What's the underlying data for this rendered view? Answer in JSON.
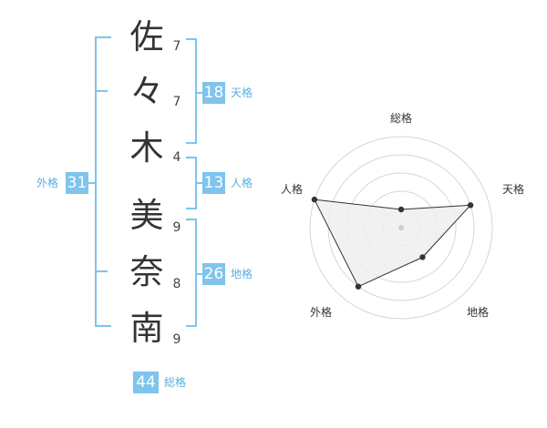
{
  "name": {
    "chars": [
      {
        "char": "佐",
        "strokes": "7"
      },
      {
        "char": "々",
        "strokes": "7"
      },
      {
        "char": "木",
        "strokes": "4"
      },
      {
        "char": "美",
        "strokes": "9"
      },
      {
        "char": "奈",
        "strokes": "8"
      },
      {
        "char": "南",
        "strokes": "9"
      }
    ]
  },
  "kaku": {
    "tenkaku": {
      "value": "18",
      "label": "天格"
    },
    "jinkaku": {
      "value": "13",
      "label": "人格"
    },
    "chikaku": {
      "value": "26",
      "label": "地格"
    },
    "gaikaku": {
      "value": "31",
      "label": "外格"
    },
    "soukaku": {
      "value": "44",
      "label": "総格"
    }
  },
  "colors": {
    "accent": "#7fc4ec",
    "accent_text": "#5aaede",
    "radar_fill": "#efefef",
    "radar_ring": "#d6d6d6",
    "radar_line": "#333333"
  },
  "chart_data": {
    "type": "radar",
    "axes": [
      "総格",
      "天格",
      "地格",
      "外格",
      "人格"
    ],
    "values": [
      1,
      4,
      2,
      4,
      5
    ],
    "max": 5,
    "rings": 4,
    "grid": true
  }
}
